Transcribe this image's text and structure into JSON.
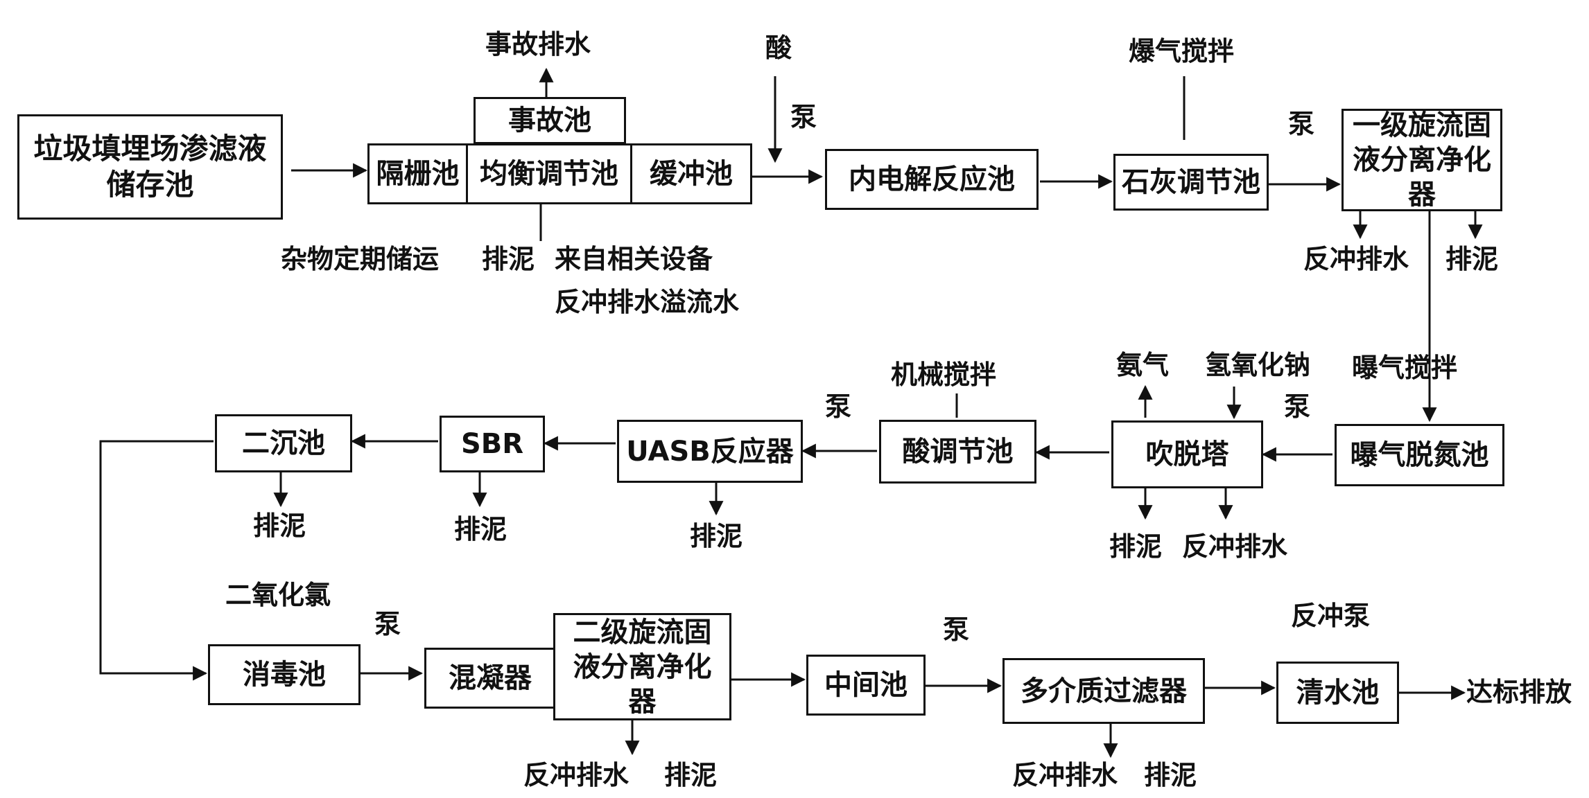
{
  "colors": {
    "line": "#111111",
    "background": "#ffffff"
  },
  "boxes": {
    "landfill_storage": "垃圾填埋场渗滤液储存池",
    "accident_pool": "事故池",
    "grid_pool": "隔栅池",
    "equalization_pool": "均衡调节池",
    "buffer_pool": "缓冲池",
    "micro_electrolysis": "内电解反应池",
    "lime_adjust": "石灰调节池",
    "cyclone_1": "一级旋流固液分离净化器",
    "aeration_denitrification": "曝气脱氮池",
    "stripping_tower": "吹脱塔",
    "acid_adjust": "酸调节池",
    "uasb": "UASB反应器",
    "sbr": "SBR",
    "secondary_sedimentation": "二沉池",
    "disinfection": "消毒池",
    "coagulator": "混凝器",
    "cyclone_2": "二级旋流固液分离净化器",
    "intermediate_pool": "中间池",
    "multimedia_filter": "多介质过滤器",
    "clear_water_pool": "清水池"
  },
  "labels": {
    "accident_discharge": "事故排水",
    "acid": "酸",
    "pump_1": "泵",
    "aeration_stir_1": "爆气搅拌",
    "pump_2": "泵",
    "debris_storage": "杂物定期储运",
    "sludge_1": "排泥",
    "overflow_line1": "来自相关设备",
    "overflow_line2": "反冲排水溢流水",
    "backwash_1": "反冲排水",
    "sludge_2": "排泥",
    "ammonia": "氨气",
    "sodium_hydroxide": "氢氧化钠",
    "aeration_stir_2": "曝气搅拌",
    "mechanical_stir": "机械搅拌",
    "pump_3": "泵",
    "pump_4": "泵",
    "sludge_3": "排泥",
    "sludge_4": "排泥",
    "sludge_5": "排泥",
    "sludge_6": "排泥",
    "backwash_2": "反冲排水",
    "chlorine_dioxide": "二氧化氯",
    "pump_5": "泵",
    "pump_6": "泵",
    "backwash_pump": "反冲泵",
    "discharge": "达标排放",
    "backwash_3": "反冲排水",
    "sludge_7": "排泥",
    "backwash_4": "反冲排水",
    "sludge_8": "排泥"
  }
}
